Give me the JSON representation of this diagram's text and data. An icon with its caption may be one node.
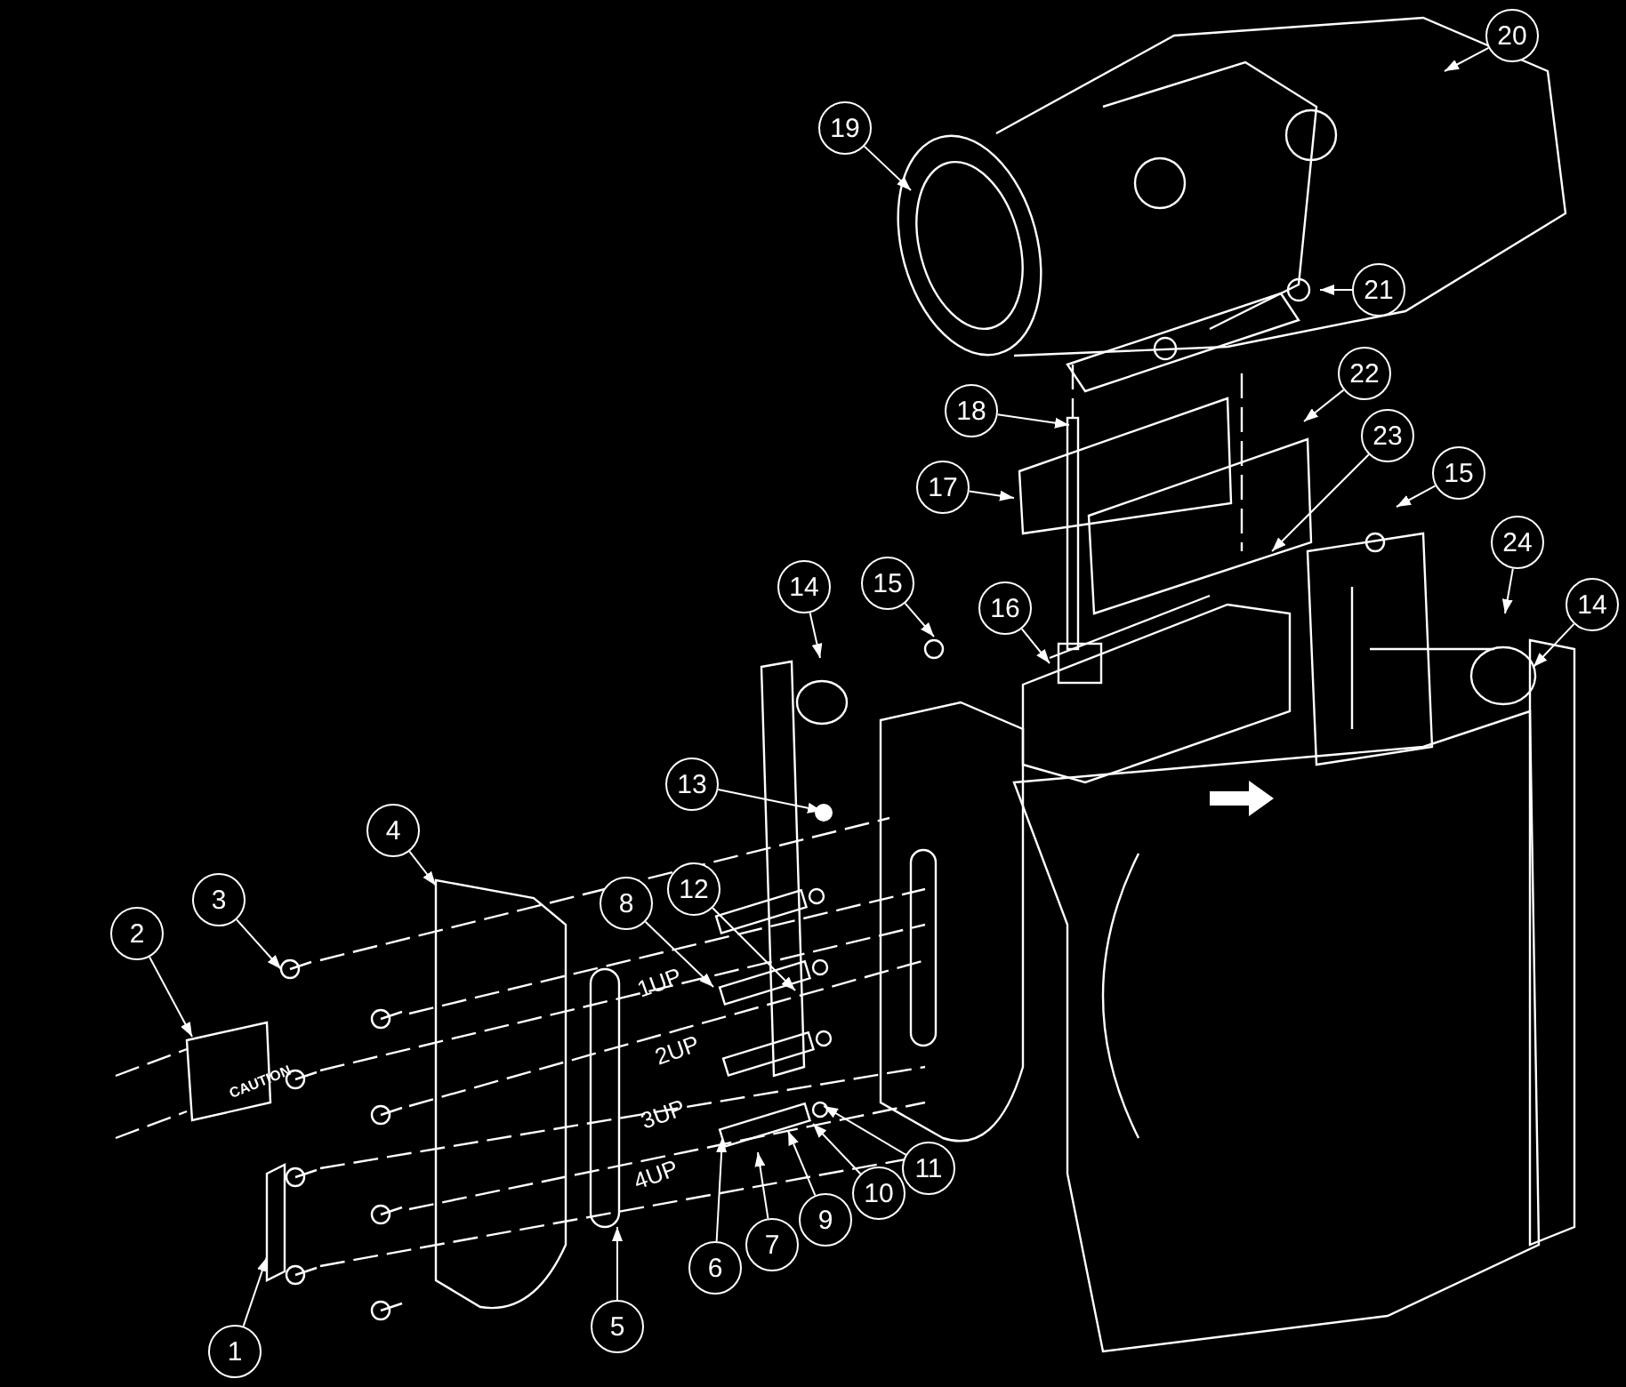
{
  "diagram": {
    "nodes": [
      {
        "text": [
          "1"
        ]
      },
      {
        "text": [
          "2"
        ]
      },
      {
        "text": [
          "3"
        ]
      },
      {
        "text": [
          "4"
        ]
      },
      {
        "text": [
          "5"
        ]
      },
      {
        "text": [
          "6"
        ]
      },
      {
        "text": [
          "7"
        ]
      },
      {
        "text": [
          "8"
        ]
      },
      {
        "text": [
          "9"
        ]
      },
      {
        "text": [
          "10"
        ]
      },
      {
        "text": [
          "11"
        ]
      },
      {
        "text": [
          "12"
        ]
      },
      {
        "text": [
          "13"
        ]
      },
      {
        "text": [
          "14"
        ]
      },
      {
        "text": [
          "14"
        ]
      },
      {
        "text": [
          "15"
        ]
      },
      {
        "text": [
          "15"
        ]
      },
      {
        "text": [
          "16"
        ]
      },
      {
        "text": [
          "17"
        ]
      },
      {
        "text": [
          "18"
        ]
      },
      {
        "text": [
          "19"
        ]
      },
      {
        "text": [
          "20"
        ]
      },
      {
        "text": [
          "21"
        ]
      },
      {
        "text": [
          "22"
        ]
      },
      {
        "text": [
          "23"
        ]
      },
      {
        "text": [
          "24"
        ]
      }
    ],
    "edges": [
      {
        "from": 0,
        "to": null,
        "arrow": "to"
      },
      {
        "from": 1,
        "to": null,
        "arrow": "to"
      },
      {
        "from": 2,
        "to": null,
        "arrow": "to"
      },
      {
        "from": 3,
        "to": null,
        "arrow": "to"
      },
      {
        "from": 4,
        "to": null,
        "arrow": "to"
      },
      {
        "from": 5,
        "to": null,
        "arrow": "to"
      },
      {
        "from": 6,
        "to": null,
        "arrow": "to"
      },
      {
        "from": 7,
        "to": null,
        "arrow": "to"
      },
      {
        "from": 8,
        "to": null,
        "arrow": "to"
      },
      {
        "from": 9,
        "to": null,
        "arrow": "to"
      },
      {
        "from": 10,
        "to": null,
        "arrow": "to"
      },
      {
        "from": 11,
        "to": null,
        "arrow": "to"
      },
      {
        "from": 12,
        "to": null,
        "arrow": "to"
      },
      {
        "from": 13,
        "to": null,
        "arrow": "to"
      },
      {
        "from": 14,
        "to": null,
        "arrow": "to"
      },
      {
        "from": 15,
        "to": null,
        "arrow": "to"
      },
      {
        "from": 16,
        "to": null,
        "arrow": "to"
      },
      {
        "from": 17,
        "to": null,
        "arrow": "to"
      },
      {
        "from": 18,
        "to": null,
        "arrow": "to"
      },
      {
        "from": 19,
        "to": null,
        "arrow": "to"
      },
      {
        "from": 20,
        "to": null,
        "arrow": "to"
      },
      {
        "from": 21,
        "to": null,
        "arrow": "to"
      },
      {
        "from": 22,
        "to": null,
        "arrow": "to"
      },
      {
        "from": 23,
        "to": null,
        "arrow": "to"
      },
      {
        "from": 24,
        "to": null,
        "arrow": "to"
      },
      {
        "from": 25,
        "to": null,
        "arrow": "to"
      }
    ],
    "labels": [
      "CAUTION",
      "1UP",
      "2UP",
      "3UP",
      "4UP"
    ]
  }
}
